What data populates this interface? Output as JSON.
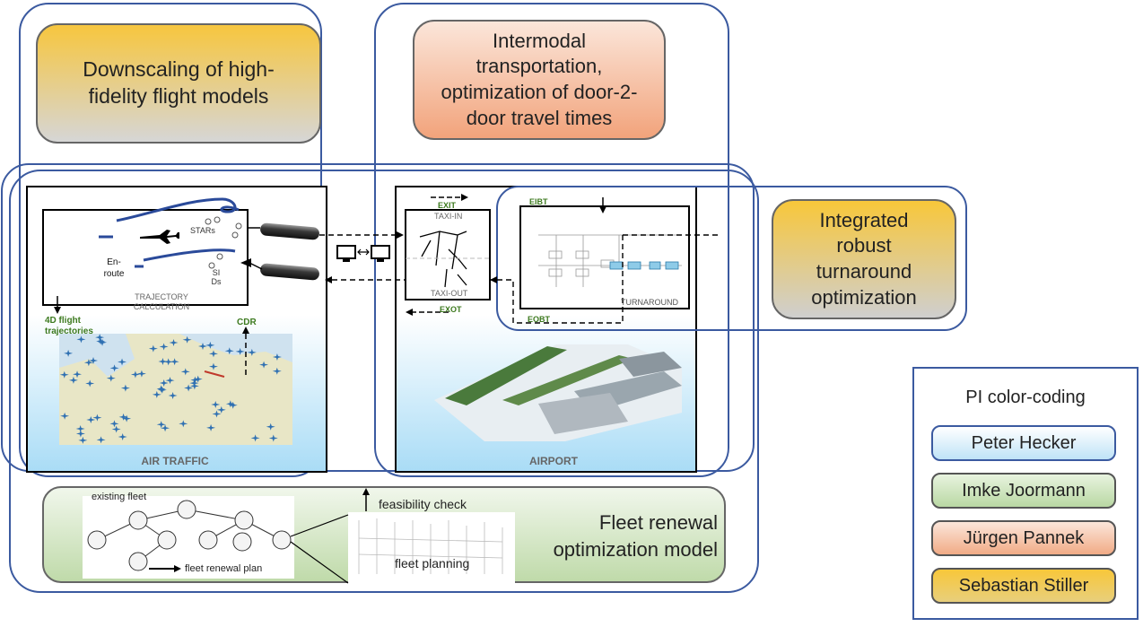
{
  "boxes": {
    "downscaling": "Downscaling of high-fidelity flight models",
    "intermodal": "Intermodal transportation, optimization of door-2-door travel times",
    "turnaround_opt": "Integrated robust turnaround optimization",
    "fleet": "Fleet renewal optimization model"
  },
  "air_traffic": {
    "title": "AIR TRAFFIC",
    "trajectory": "TRAJECTORY CALCULATION",
    "stars": "STARs",
    "sids": "SI Ds",
    "enroute": "En-route",
    "fourd": "4D flight trajectories",
    "cdr": "CDR"
  },
  "airport": {
    "title": "AIRPORT",
    "exit": "EXIT",
    "taxi_in": "TAXI-IN",
    "taxi_out": "TAXI-OUT",
    "exot": "EXOT",
    "eibt": "EIBT",
    "eobt": "EOBT",
    "turnaround": "TURNAROUND"
  },
  "fleet_panel": {
    "existing": "existing fleet",
    "renewal_plan": "fleet renewal plan",
    "feasibility": "feasibility check",
    "planning": "fleet planning"
  },
  "legend": {
    "title": "PI color-coding",
    "items": [
      "Peter Hecker",
      "Imke Joormann",
      "Jürgen Pannek",
      "Sebastian Stiller"
    ],
    "colors": [
      "#d6ecfb",
      "#cfe5c4",
      "#f6cdb6",
      "#f7c744"
    ]
  }
}
